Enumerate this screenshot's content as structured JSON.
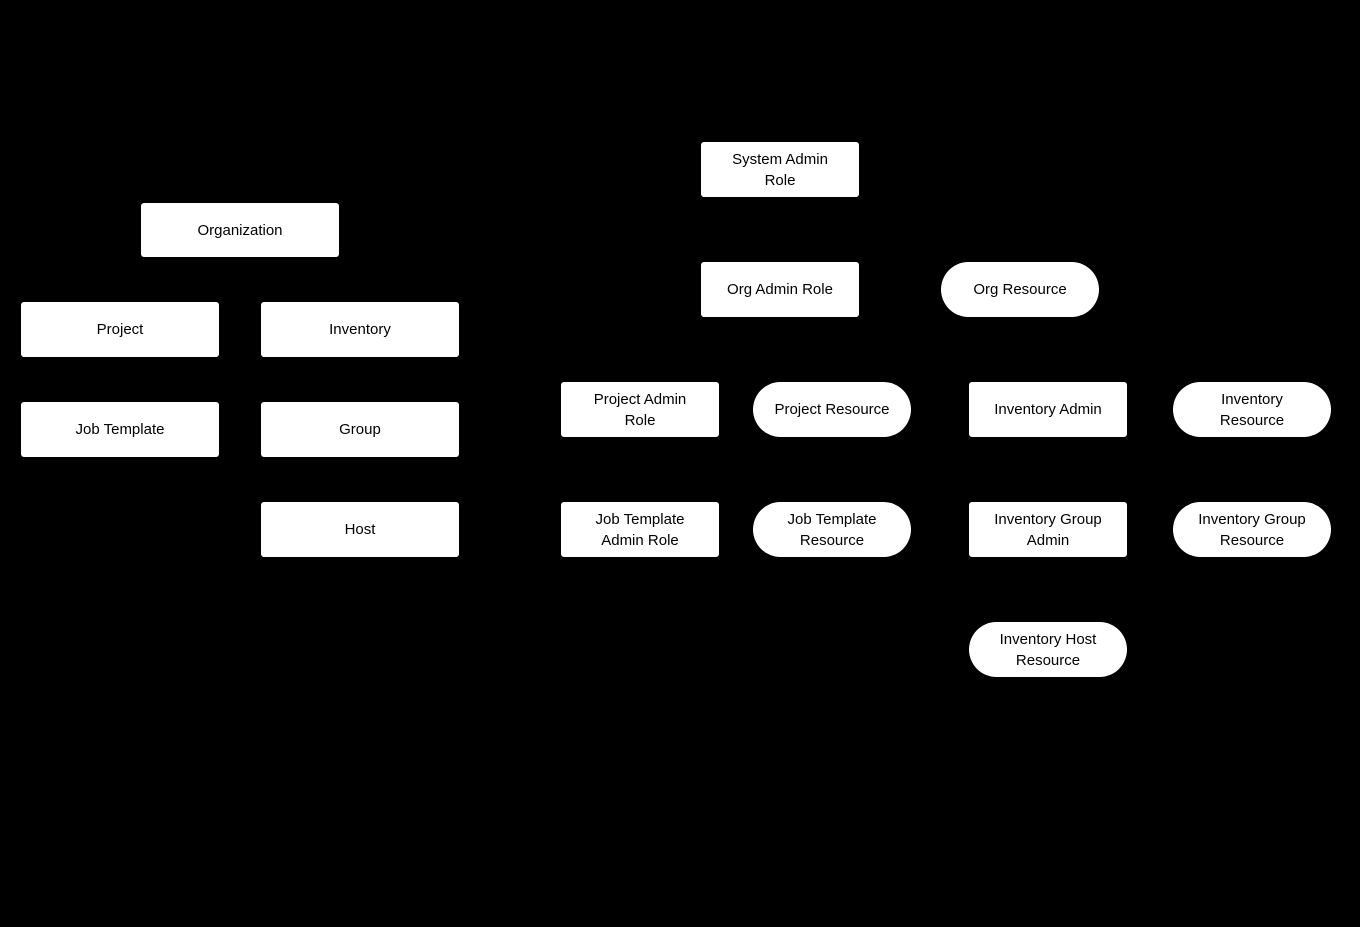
{
  "diagram": {
    "background_color": "#000000",
    "node_fill_color": "#ffffff",
    "node_text_color": "#000000"
  },
  "nodes": {
    "organization": {
      "label": "Organization",
      "shape": "rect"
    },
    "project": {
      "label": "Project",
      "shape": "rect"
    },
    "inventory": {
      "label": "Inventory",
      "shape": "rect"
    },
    "job_template": {
      "label": "Job Template",
      "shape": "rect"
    },
    "group": {
      "label": "Group",
      "shape": "rect"
    },
    "host": {
      "label": "Host",
      "shape": "rect"
    },
    "system_admin_role": {
      "label": "System Admin\nRole",
      "shape": "rect"
    },
    "org_admin_role": {
      "label": "Org Admin Role",
      "shape": "rect"
    },
    "org_resource": {
      "label": "Org Resource",
      "shape": "stadium"
    },
    "project_admin_role": {
      "label": "Project Admin\nRole",
      "shape": "rect"
    },
    "project_resource": {
      "label": "Project Resource",
      "shape": "stadium"
    },
    "inventory_admin": {
      "label": "Inventory Admin",
      "shape": "rect"
    },
    "inventory_resource": {
      "label": "Inventory\nResource",
      "shape": "stadium"
    },
    "job_template_admin_role": {
      "label": "Job Template\nAdmin Role",
      "shape": "rect"
    },
    "job_template_resource": {
      "label": "Job Template\nResource",
      "shape": "stadium"
    },
    "inventory_group_admin": {
      "label": "Inventory Group\nAdmin",
      "shape": "rect"
    },
    "inventory_group_resource": {
      "label": "Inventory Group\nResource",
      "shape": "stadium"
    },
    "inventory_host_resource": {
      "label": "Inventory Host\nResource",
      "shape": "stadium"
    }
  }
}
